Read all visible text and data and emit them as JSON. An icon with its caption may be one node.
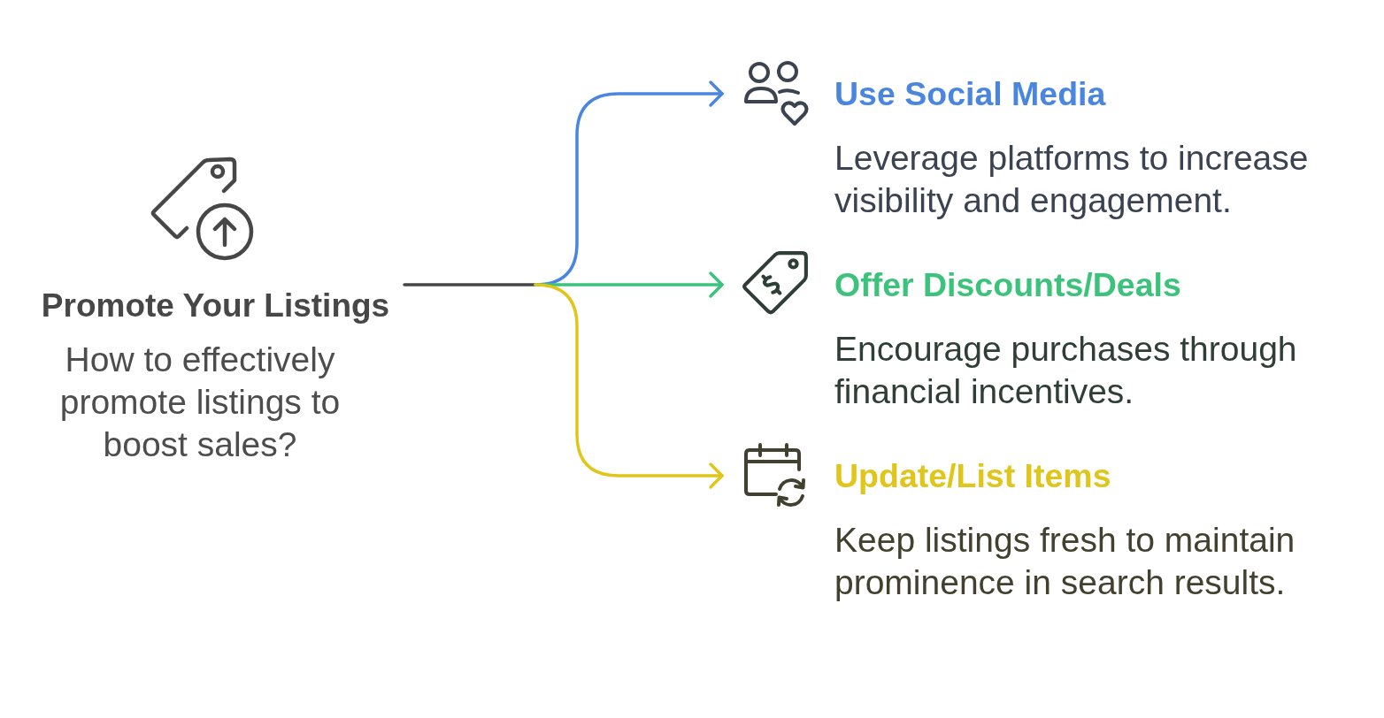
{
  "diagram": {
    "nodes": [
      {
        "text": [
          "Promote Your Listings",
          "How to effectively promote listings to boost sales?"
        ]
      },
      {
        "text": [
          "Use Social Media",
          "Leverage platforms to increase visibility and engagement."
        ]
      },
      {
        "text": [
          "Offer Discounts/Deals",
          "Encourage purchases through financial incentives."
        ]
      },
      {
        "text": [
          "Update/List Items",
          "Keep listings fresh to maintain prominence in search results."
        ]
      }
    ],
    "edges": [
      {
        "from": 0,
        "to": 1,
        "arrow": "to",
        "color": "#4a86e0"
      },
      {
        "from": 0,
        "to": 2,
        "arrow": "to",
        "color": "#3cc37b"
      },
      {
        "from": 0,
        "to": 3,
        "arrow": "to",
        "color": "#e0c51b"
      }
    ]
  }
}
